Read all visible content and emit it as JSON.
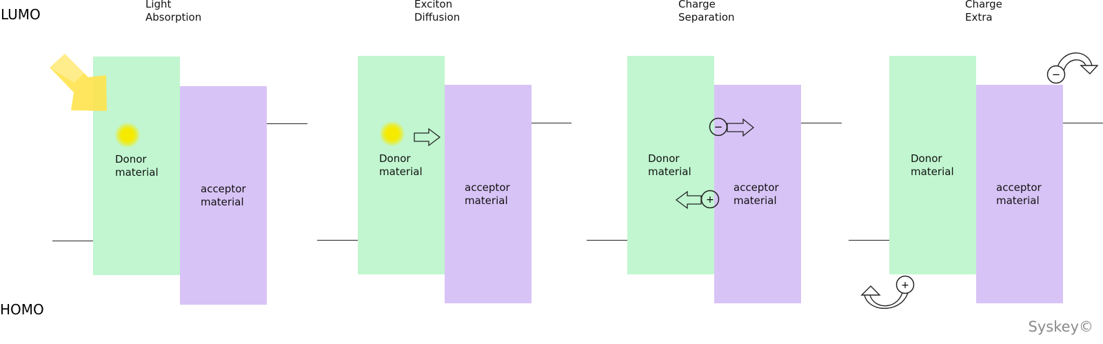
{
  "axis": {
    "top_label": "LUMO",
    "bottom_label": "HOMO"
  },
  "colors": {
    "donor": "#c1f6d0",
    "acceptor": "#d8c3f6",
    "light": "#ffe34d"
  },
  "panels": [
    {
      "step_line1": "Light",
      "step_line2": "Absorption",
      "donor_line1": "Donor",
      "donor_line2": "material",
      "acceptor_line1": "acceptor",
      "acceptor_line2": "material"
    },
    {
      "step_line1": "Exciton",
      "step_line2": "Diffusion",
      "donor_line1": "Donor",
      "donor_line2": "material",
      "acceptor_line1": "acceptor",
      "acceptor_line2": "material"
    },
    {
      "step_line1": "Charge",
      "step_line2": "Separation",
      "donor_line1": "Donor",
      "donor_line2": "material",
      "acceptor_line1": "acceptor",
      "acceptor_line2": "material"
    },
    {
      "step_line1": "Charge",
      "step_line2": "Extra",
      "donor_line1": "Donor",
      "donor_line2": "material",
      "acceptor_line1": "acceptor",
      "acceptor_line2": "material"
    }
  ],
  "symbols": {
    "electron": "−",
    "hole": "+"
  },
  "watermark": "Syskey©"
}
